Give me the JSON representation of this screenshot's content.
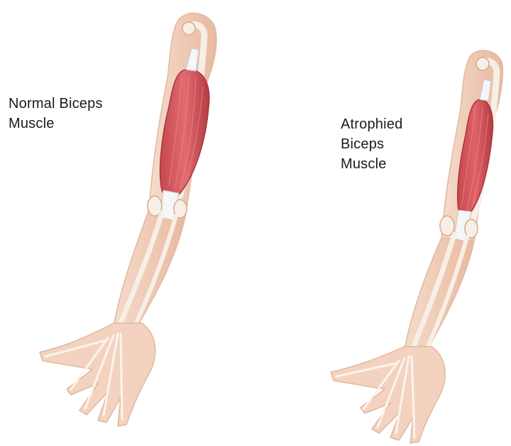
{
  "labels": {
    "normal": {
      "lines": [
        "Normal Biceps",
        "Muscle"
      ]
    },
    "atrophied": {
      "lines": [
        "Atrophied",
        "Biceps",
        "Muscle"
      ]
    }
  },
  "colors": {
    "skin": "#f3d3bf",
    "skin_shadow": "#e7b79b",
    "bone": "#f7efe6",
    "bone_outline": "#d9a98c",
    "muscle": "#d2545a",
    "muscle_dark": "#b43c44",
    "tendon": "#f4f6f8",
    "text": "#1b1b1b"
  }
}
